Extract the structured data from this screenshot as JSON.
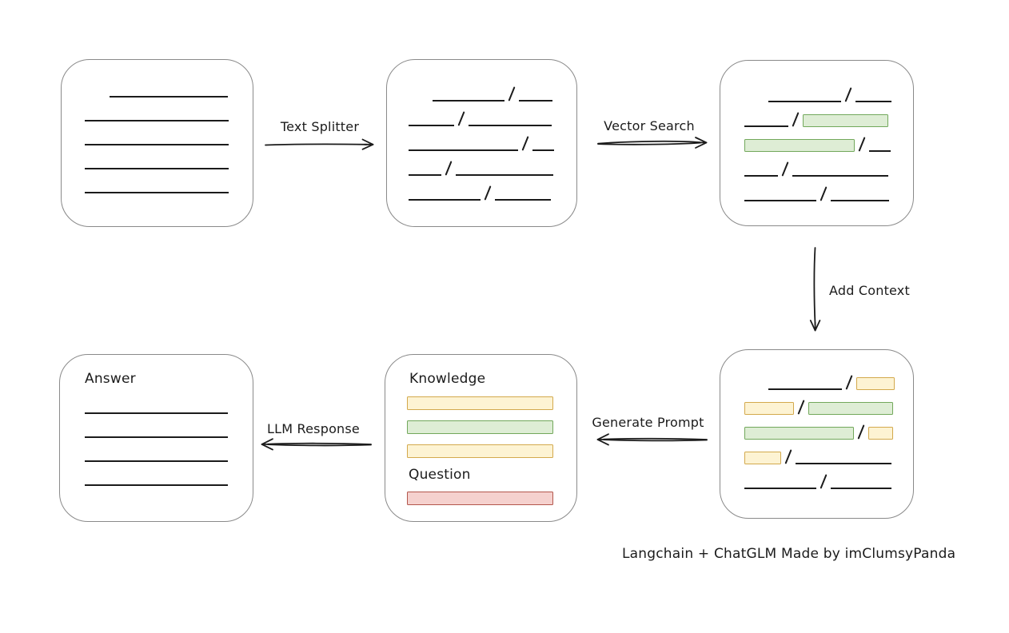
{
  "footer": {
    "credit": "Langchain + ChatGLM Made by imClumsyPanda"
  },
  "arrows": {
    "text_splitter": "Text Splitter",
    "vector_search": "Vector Search",
    "add_context": "Add Context",
    "generate_prompt": "Generate Prompt",
    "llm_response": "LLM Response"
  },
  "colors": {
    "ink": "#1b1b1b",
    "box_border": "#8a8a8a",
    "green_fill": "#deedd5",
    "green_stroke": "#72a85b",
    "yellow_fill": "#fdf3d3",
    "yellow_stroke": "#d3a94c",
    "red_fill": "#f5d1ce",
    "red_stroke": "#b3564c"
  },
  "boxes": {
    "document": {
      "rows": [
        [
          {
            "t": "gap",
            "w": 31
          },
          {
            "t": "line",
            "w": 148
          }
        ],
        [
          {
            "t": "line",
            "w": 180
          }
        ],
        [
          {
            "t": "line",
            "w": 180
          }
        ],
        [
          {
            "t": "line",
            "w": 180
          }
        ],
        [
          {
            "t": "line",
            "w": 180
          }
        ]
      ]
    },
    "split_chunks": {
      "rows": [
        [
          {
            "t": "gap",
            "w": 30
          },
          {
            "t": "line",
            "w": 90
          },
          {
            "t": "slash"
          },
          {
            "t": "line",
            "w": 42
          }
        ],
        [
          {
            "t": "line",
            "w": 57
          },
          {
            "t": "slash"
          },
          {
            "t": "line",
            "w": 104
          }
        ],
        [
          {
            "t": "line",
            "w": 137
          },
          {
            "t": "slash"
          },
          {
            "t": "line",
            "w": 27
          }
        ],
        [
          {
            "t": "line",
            "w": 41
          },
          {
            "t": "slash"
          },
          {
            "t": "line",
            "w": 122
          }
        ],
        [
          {
            "t": "line",
            "w": 90
          },
          {
            "t": "slash"
          },
          {
            "t": "line",
            "w": 70
          }
        ]
      ]
    },
    "vector_matches": {
      "rows": [
        [
          {
            "t": "gap",
            "w": 30
          },
          {
            "t": "line",
            "w": 91
          },
          {
            "t": "slash"
          },
          {
            "t": "line",
            "w": 45
          }
        ],
        [
          {
            "t": "line",
            "w": 55
          },
          {
            "t": "slash"
          },
          {
            "t": "green",
            "w": 107
          }
        ],
        [
          {
            "t": "green",
            "w": 138
          },
          {
            "t": "slash"
          },
          {
            "t": "line",
            "w": 27
          }
        ],
        [
          {
            "t": "line",
            "w": 42
          },
          {
            "t": "slash"
          },
          {
            "t": "line",
            "w": 120
          }
        ],
        [
          {
            "t": "line",
            "w": 90
          },
          {
            "t": "slash"
          },
          {
            "t": "line",
            "w": 73
          }
        ]
      ]
    },
    "context_chunks": {
      "rows": [
        [
          {
            "t": "gap",
            "w": 30
          },
          {
            "t": "line",
            "w": 92
          },
          {
            "t": "slash"
          },
          {
            "t": "yellow",
            "w": 48
          }
        ],
        [
          {
            "t": "yellow",
            "w": 62
          },
          {
            "t": "slash"
          },
          {
            "t": "green",
            "w": 106
          }
        ],
        [
          {
            "t": "green",
            "w": 137
          },
          {
            "t": "slash"
          },
          {
            "t": "yellow",
            "w": 31
          }
        ],
        [
          {
            "t": "yellow",
            "w": 46
          },
          {
            "t": "slash"
          },
          {
            "t": "line",
            "w": 120
          }
        ],
        [
          {
            "t": "line",
            "w": 90
          },
          {
            "t": "slash"
          },
          {
            "t": "line",
            "w": 76
          }
        ]
      ]
    },
    "prompt": {
      "knowledge_label": "Knowledge",
      "question_label": "Question",
      "knowledge_bars": [
        [
          {
            "t": "yellow",
            "w": 183
          }
        ],
        [
          {
            "t": "green",
            "w": 183
          }
        ],
        [
          {
            "t": "yellow",
            "w": 183
          }
        ]
      ],
      "question_bars": [
        [
          {
            "t": "red",
            "w": 183
          }
        ]
      ]
    },
    "answer": {
      "label": "Answer",
      "rows": [
        [
          {
            "t": "line",
            "w": 179
          }
        ],
        [
          {
            "t": "line",
            "w": 179
          }
        ],
        [
          {
            "t": "line",
            "w": 179
          }
        ],
        [
          {
            "t": "line",
            "w": 179
          }
        ]
      ]
    }
  }
}
